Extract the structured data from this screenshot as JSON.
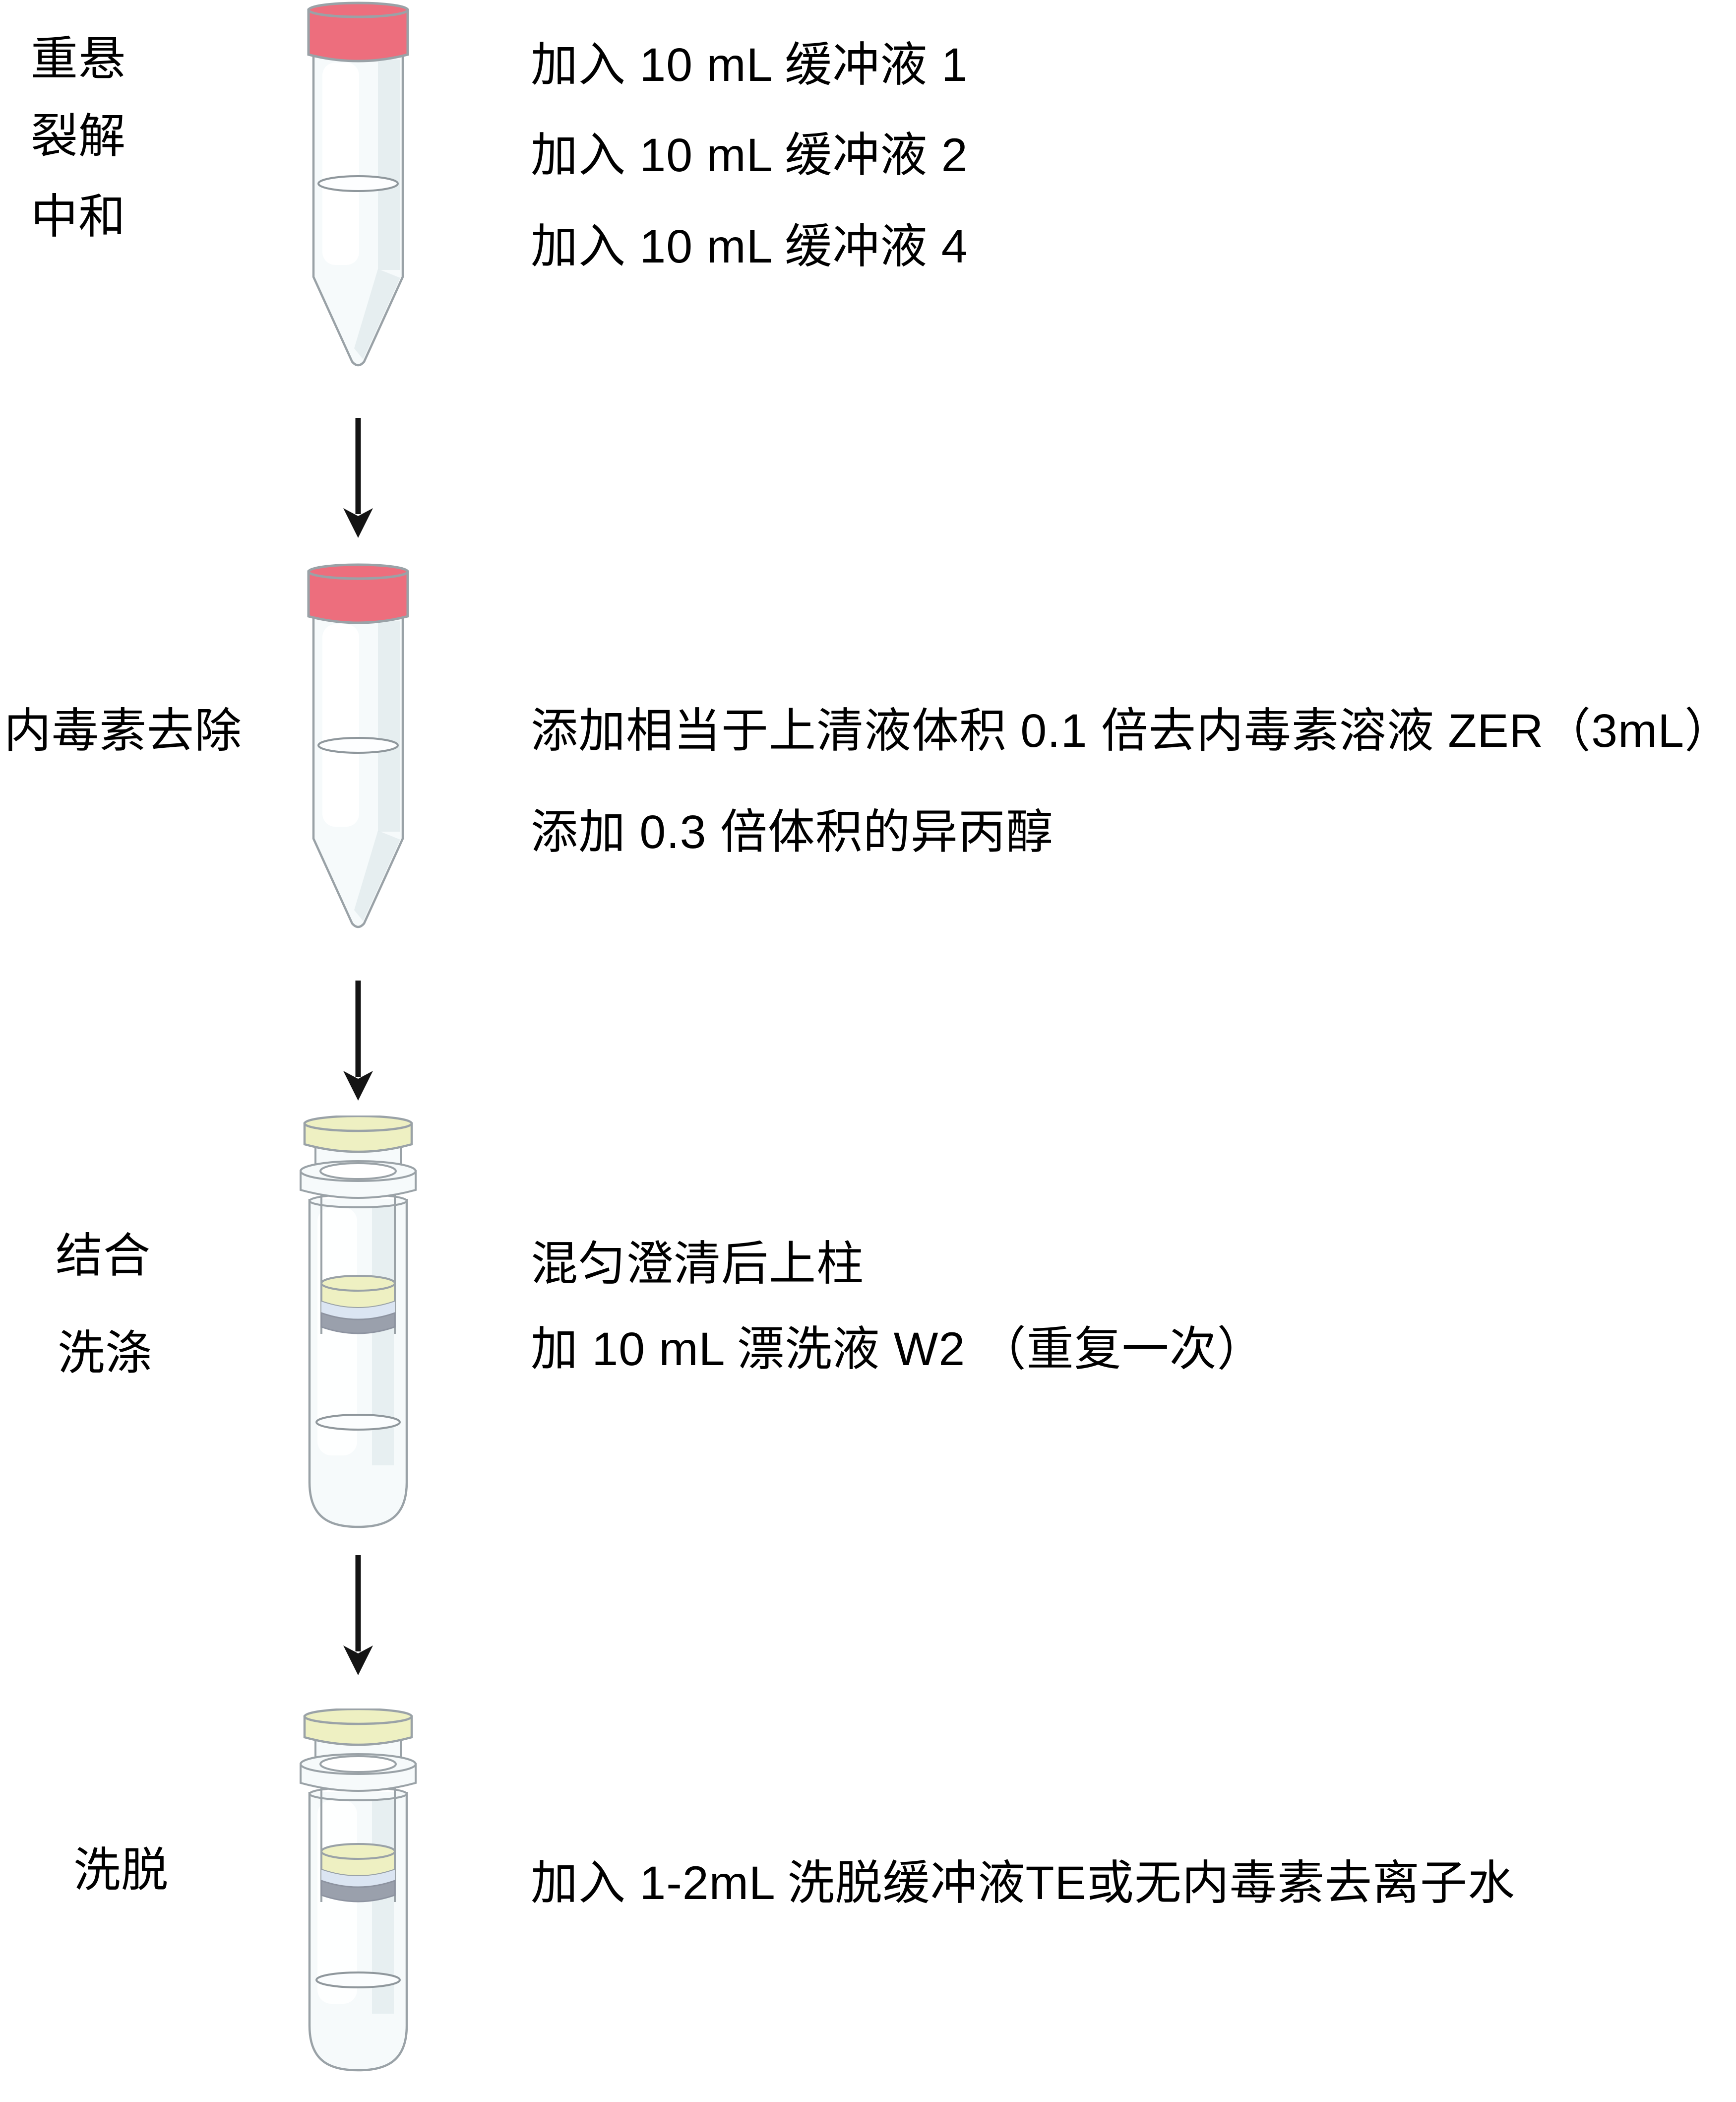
{
  "colors": {
    "cap_red": "#ed6e7d",
    "cap_yellow": "#eef0c2",
    "resin_yellow": "#eef0c2",
    "resin_blue": "#dbe5f2",
    "frit_gray": "#9aa0ac",
    "tube_outline": "#9aa2a7",
    "tube_fill": "#f6fafb",
    "tube_shade": "#e2ebee",
    "liquid_stroke": "#8f979c",
    "arrow": "#141414",
    "text": "#000000"
  },
  "steps": [
    {
      "labels": [
        "重悬",
        "裂解",
        "中和"
      ],
      "notes": [
        "加入 10 mL 缓冲液 1",
        "加入 10 mL 缓冲液 2",
        "加入 10 mL 缓冲液 4"
      ],
      "tube": "conical-tube-red-cap"
    },
    {
      "labels": [
        "内毒素去除"
      ],
      "notes": [
        "添加相当于上清液体积 0.1 倍去内毒素溶液 ZER（3mL）",
        "添加 0.3 倍体积的异丙醇"
      ],
      "tube": "conical-tube-red-cap"
    },
    {
      "labels": [
        "结合",
        "洗涤"
      ],
      "notes": [
        "混匀澄清后上柱",
        "加 10 mL 漂洗液 W2 （重复一次）"
      ],
      "tube": "spin-column"
    },
    {
      "labels": [
        "洗脱"
      ],
      "notes": [
        "加入 1-2mL 洗脱缓冲液TE或无内毒素去离子水"
      ],
      "tube": "spin-column"
    }
  ]
}
